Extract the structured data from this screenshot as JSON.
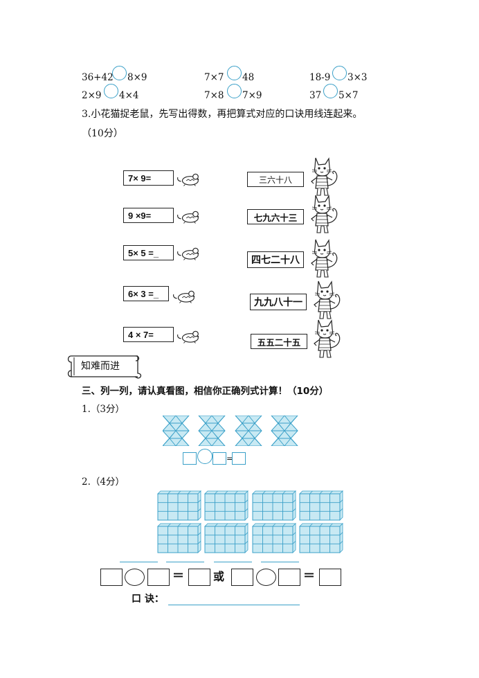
{
  "compare": {
    "row1": {
      "a_left": "36+42",
      "a_right": "8×9",
      "b_left": "7×7",
      "b_right": "48",
      "c_left": "18-9",
      "c_right": "3×3"
    },
    "row2": {
      "a_left": "2×9",
      "a_right": "4×4",
      "b_left": "7×8",
      "b_right": "7×9",
      "c_left": "37",
      "c_right": "5×7"
    }
  },
  "q3": {
    "title": "3.小花猫捉老鼠，先写出得数，再把算式对应的口诀用线连起来。",
    "points": "（10分）",
    "equations": [
      "7× 9=",
      "9 ×9=",
      "5× 5 =",
      "6× 3 =",
      "4 × 7="
    ],
    "blanks": [
      "",
      "",
      "_",
      "_",
      ""
    ],
    "rhymes": [
      "三六十八",
      "七九六十三",
      "四七二十八",
      "九九八十一",
      "五五二十五"
    ],
    "mouse_icon": "mouse-icon",
    "cat_icon": "cat-icon"
  },
  "section_banner": "知难而进",
  "section3": {
    "heading": "三、列一列，请认真看图，相信你正确列式计算！（10分）",
    "p1_label": "1.（3分）",
    "p2_label": "2.（4分）",
    "p1_equals": "=",
    "eq_equals": "＝",
    "or_label": "或",
    "koujue_label": "口 诀："
  },
  "colors": {
    "accent_blue": "#3aa0c8",
    "fill_blue": "#c8e9f3"
  }
}
